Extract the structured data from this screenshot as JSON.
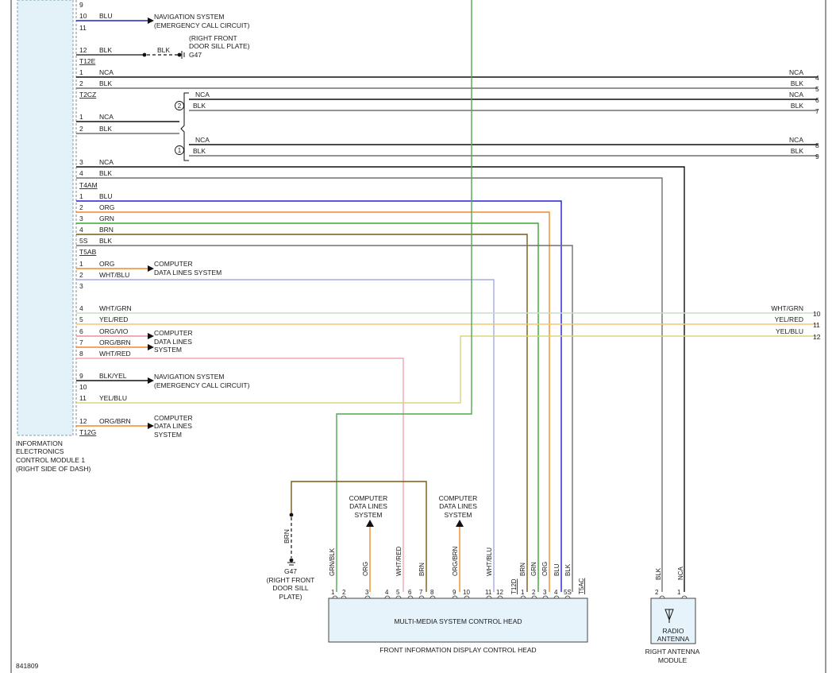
{
  "diagram_id": "841809",
  "module": {
    "name_lines": [
      "INFORMATION",
      "ELECTRONICS",
      "CONTROL MODULE 1",
      "(RIGHT SIDE OF DASH)"
    ]
  },
  "connectors": {
    "T12E": "T12E",
    "T2CZ": "T2CZ",
    "T4AM": "T4AM",
    "T5AB": "T5AB",
    "T12G": "T12G",
    "T12D": "T12D",
    "T5AC": "T5AC"
  },
  "colors": {
    "BLU": "#2020d0",
    "BLK": "#111111",
    "GRAY": "#707070",
    "ORG": "#f08a24",
    "GRN": "#3aa635",
    "BRN": "#7a5a16",
    "WHTBLU": "#a9a9e6",
    "WHTGRN": "#c5dec5",
    "YELRED": "#f5c96b",
    "YELBLU": "#d9d57a",
    "WHTRED": "#f2a9b4",
    "ORGVIO": "#ec8f9d",
    "GRNBLK": "#4ea84e",
    "MODULE_FILL": "#e3f1f9",
    "BOX_FILL": "#e6f3fa"
  },
  "left_pins": {
    "p9_top": {
      "num": "9",
      "color": ""
    },
    "p10_top": {
      "num": "10",
      "color": "BLU"
    },
    "p11_top": {
      "num": "11",
      "color": ""
    },
    "p12_top": {
      "num": "12",
      "color": "BLK"
    },
    "t2_1": {
      "num": "1",
      "color": "NCA"
    },
    "t2_2": {
      "num": "2",
      "color": "BLK"
    },
    "cz_1": {
      "num": "1",
      "color": "NCA"
    },
    "cz_2": {
      "num": "2",
      "color": "BLK"
    },
    "cz_3": {
      "num": "3",
      "color": "NCA"
    },
    "cz_4": {
      "num": "4",
      "color": "BLK"
    },
    "am_1": {
      "num": "1",
      "color": "BLU"
    },
    "am_2": {
      "num": "2",
      "color": "ORG"
    },
    "am_3": {
      "num": "3",
      "color": "GRN"
    },
    "am_4": {
      "num": "4",
      "color": "BRN"
    },
    "am_5": {
      "num": "5S",
      "color": "BLK"
    },
    "ab_1": {
      "num": "1",
      "color": "ORG"
    },
    "ab_2": {
      "num": "2",
      "color": "WHT/BLU"
    },
    "ab_3": {
      "num": "3",
      "color": ""
    },
    "ab_4": {
      "num": "4",
      "color": "WHT/GRN"
    },
    "ab_5": {
      "num": "5",
      "color": "YEL/RED"
    },
    "ab_6": {
      "num": "6",
      "color": "ORG/VIO"
    },
    "ab_7": {
      "num": "7",
      "color": "ORG/BRN"
    },
    "ab_8": {
      "num": "8",
      "color": "WHT/RED"
    },
    "ab_9": {
      "num": "9",
      "color": "BLK/YEL"
    },
    "ab_10": {
      "num": "10",
      "color": ""
    },
    "ab_11": {
      "num": "11",
      "color": "YEL/BLU"
    },
    "ab_12": {
      "num": "12",
      "color": "ORG/BRN"
    }
  },
  "splice": {
    "top_a": "NCA",
    "top_b": "BLK",
    "top_num": "2",
    "bot_a": "NCA",
    "bot_b": "BLK",
    "bot_num": "1"
  },
  "right_edge": {
    "r4": {
      "label": "NCA",
      "num": "4"
    },
    "r5": {
      "label": "BLK",
      "num": "5"
    },
    "r6": {
      "label": "NCA",
      "num": "6"
    },
    "r7": {
      "label": "BLK",
      "num": "7"
    },
    "r8": {
      "label": "NCA",
      "num": "8"
    },
    "r9": {
      "label": "BLK",
      "num": "9"
    },
    "r10": {
      "label": "WHT/GRN",
      "num": "10"
    },
    "r11": {
      "label": "YEL/RED",
      "num": "11"
    },
    "r12": {
      "label": "YEL/BLU",
      "num": "12"
    }
  },
  "refs": {
    "nav_top": [
      "NAVIGATION SYSTEM",
      "(EMERGENCY CALL CIRCUIT)"
    ],
    "ground_top": [
      "(RIGHT FRONT",
      "DOOR SILL PLATE)",
      "G47"
    ],
    "ground_top_wire": "BLK",
    "data1": [
      "COMPUTER",
      "DATA LINES SYSTEM"
    ],
    "data2": [
      "COMPUTER",
      "DATA LINES",
      "SYSTEM"
    ],
    "nav_bot": [
      "NAVIGATION SYSTEM",
      "(EMERGENCY CALL CIRCUIT)"
    ],
    "data3": [
      "COMPUTER",
      "DATA LINES",
      "SYSTEM"
    ],
    "data_mid": [
      "COMPUTER",
      "DATA LINES",
      "SYSTEM"
    ],
    "data_right": [
      "COMPUTER",
      "DATA LINES",
      "SYSTEM"
    ]
  },
  "ground_bottom": {
    "wire": "BRN",
    "lines": [
      "G47",
      "(RIGHT FRONT",
      "DOOR SILL",
      "PLATE)"
    ]
  },
  "head_unit": {
    "title": "MULTI-MEDIA SYSTEM CONTROL HEAD",
    "caption": "FRONT INFORMATION DISPLAY CONTROL HEAD",
    "pins": [
      {
        "num": "1",
        "color": "GRN/BLK"
      },
      {
        "num": "2",
        "color": ""
      },
      {
        "num": "3",
        "color": "ORG"
      },
      {
        "num": "4",
        "color": ""
      },
      {
        "num": "5",
        "color": "WHT/RED"
      },
      {
        "num": "6",
        "color": ""
      },
      {
        "num": "7",
        "color": "BRN"
      },
      {
        "num": "8",
        "color": ""
      },
      {
        "num": "9",
        "color": "ORG/BRN"
      },
      {
        "num": "10",
        "color": ""
      },
      {
        "num": "11",
        "color": "WHT/BLU"
      },
      {
        "num": "12",
        "color": ""
      },
      {
        "num": "1",
        "color": "BRN"
      },
      {
        "num": "2",
        "color": "GRN"
      },
      {
        "num": "3",
        "color": "ORG"
      },
      {
        "num": "4",
        "color": "BLU"
      },
      {
        "num": "5S",
        "color": "BLK"
      }
    ]
  },
  "antenna": {
    "box_lines": [
      "RADIO",
      "ANTENNA"
    ],
    "caption_lines": [
      "RIGHT ANTENNA",
      "MODULE"
    ],
    "pins": [
      {
        "num": "2",
        "color": "BLK"
      },
      {
        "num": "1",
        "color": "NCA"
      }
    ]
  }
}
